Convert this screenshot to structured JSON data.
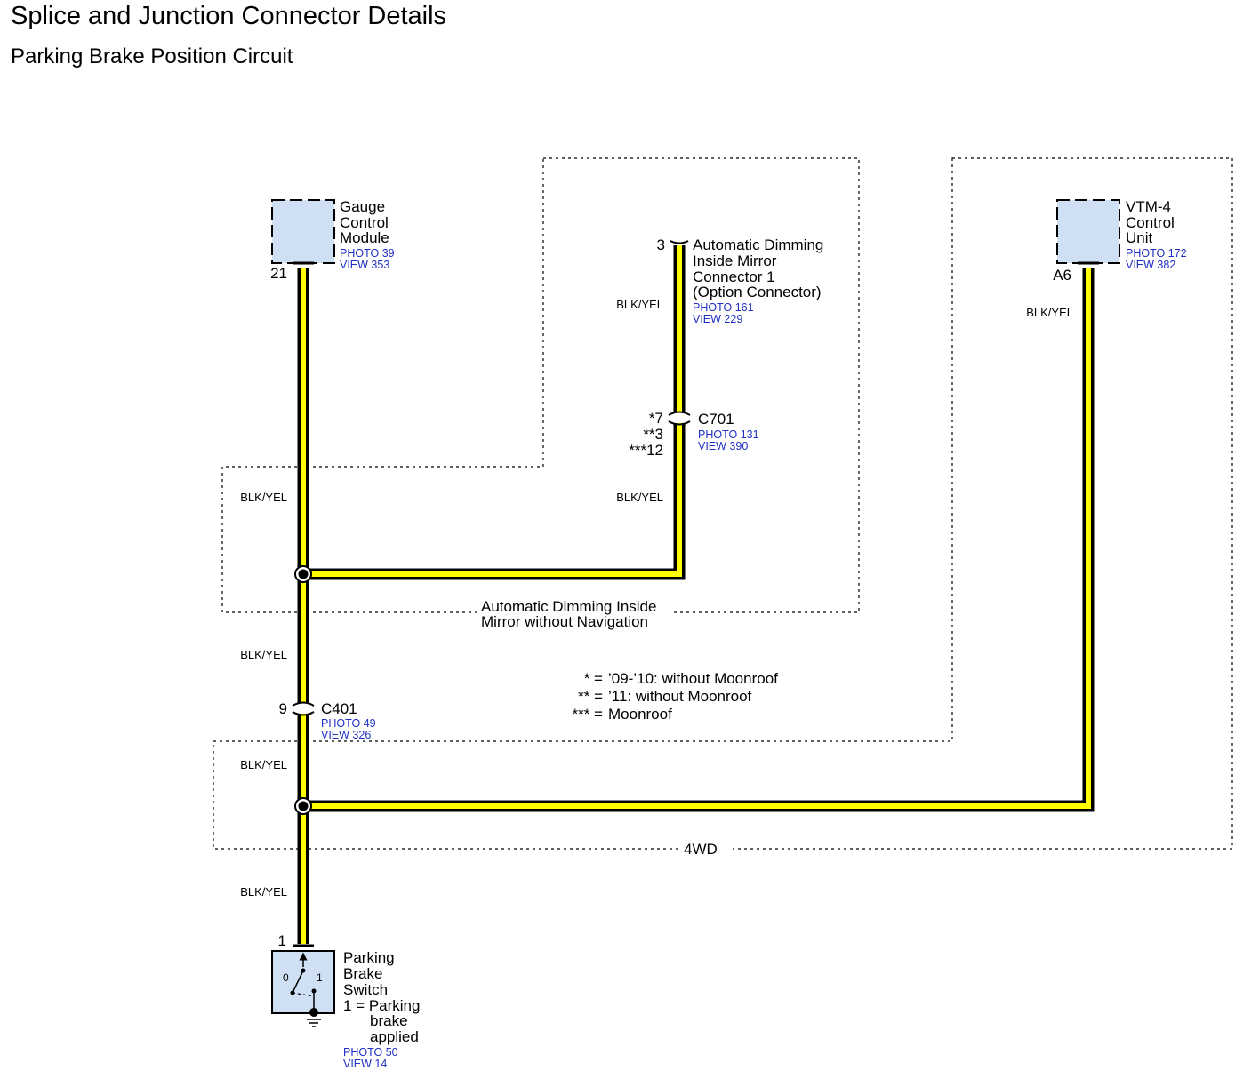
{
  "header": {
    "title": "Splice and Junction Connector Details",
    "subtitle": "Parking Brake Position Circuit"
  },
  "colors": {
    "wire_fill": "#ffff00",
    "wire_outline": "#000000",
    "component_fill": "#cfe0f5",
    "reference_text": "#1f2fc6"
  },
  "components": {
    "gauge": {
      "name_lines": [
        "Gauge",
        "Control",
        "Module"
      ],
      "photo": "PHOTO 39",
      "view": "VIEW 353",
      "pin": "21"
    },
    "mirror": {
      "name_lines": [
        "Automatic Dimming",
        "Inside Mirror",
        "Connector 1",
        "(Option Connector)"
      ],
      "photo": "PHOTO 161",
      "view": "VIEW 229",
      "pin": "3"
    },
    "vtm": {
      "name_lines": [
        "VTM-4",
        "Control",
        "Unit"
      ],
      "photo": "PHOTO 172",
      "view": "VIEW 382",
      "pin": "A6"
    },
    "switch": {
      "name_lines": [
        "Parking",
        "Brake",
        "Switch"
      ],
      "desc_lines": [
        "1 = Parking",
        "brake",
        "applied"
      ],
      "photo": "PHOTO 50",
      "view": "VIEW 14",
      "pin": "1",
      "pos_off": "0",
      "pos_on": "1"
    }
  },
  "connectors": {
    "c701": {
      "name": "C701",
      "photo": "PHOTO 131",
      "view": "VIEW 390",
      "pins": [
        "*7",
        "**3",
        "***12"
      ]
    },
    "c401": {
      "name": "C401",
      "photo": "PHOTO 49",
      "view": "VIEW 326",
      "pin": "9"
    }
  },
  "wires": {
    "color_code": "BLK/YEL"
  },
  "frames": {
    "mirror_caption_lines": [
      "Automatic Dimming Inside",
      "Mirror without Navigation"
    ],
    "fourwd_caption": "4WD"
  },
  "notes": {
    "symbol_lines": [
      "* =",
      "** =",
      "*** ="
    ],
    "text_lines": [
      "’09-’10: without Moonroof",
      "’11: without Moonroof",
      "Moonroof"
    ]
  }
}
